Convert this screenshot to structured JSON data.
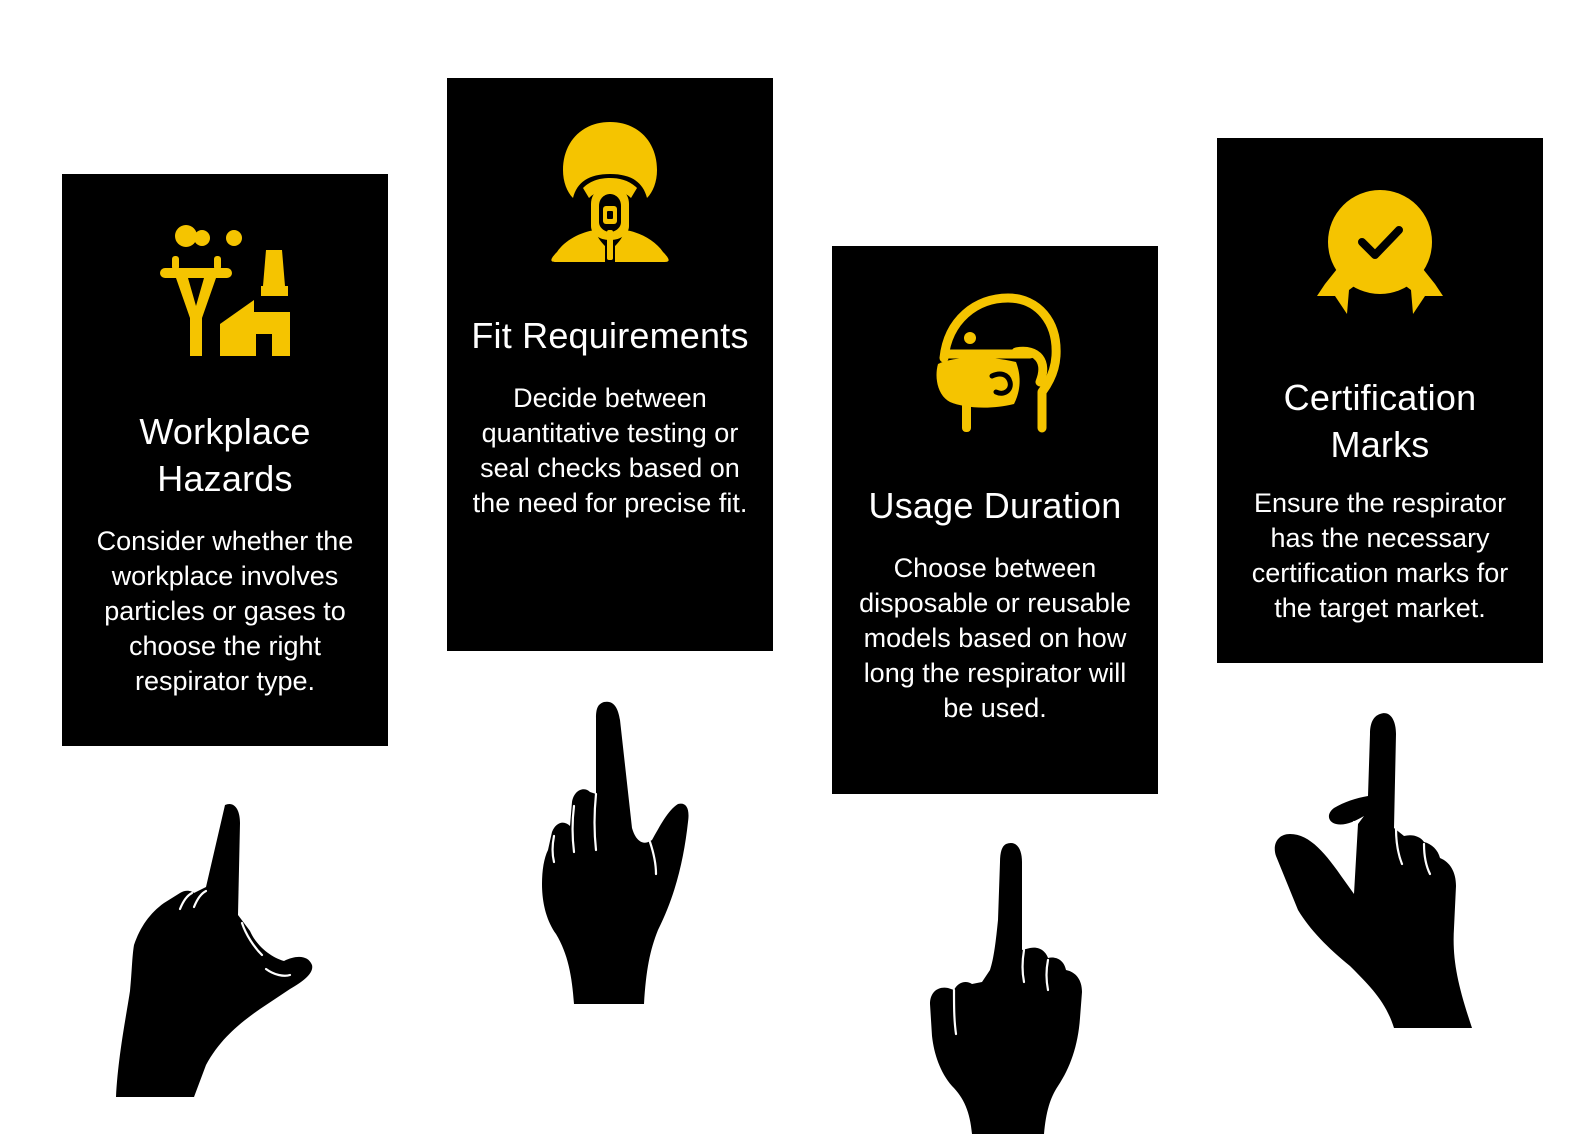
{
  "colors": {
    "card_background": "#000000",
    "icon_accent": "#F5C400",
    "text": "#FFFFFF",
    "hand": "#000000",
    "page_background": "#FFFFFF"
  },
  "cards": [
    {
      "icon": "factory-hazard-icon",
      "title": "Workplace Hazards",
      "description": "Consider whether the workplace involves particles or gases to choose the right respirator type."
    },
    {
      "icon": "mask-fit-icon",
      "title": "Fit Requirements",
      "description": "Decide between quantitative testing or seal checks based on the need for precise fit."
    },
    {
      "icon": "helmet-mask-icon",
      "title": "Usage Duration",
      "description": "Choose between disposable or reusable models based on how long the respirator will be used."
    },
    {
      "icon": "certification-badge-icon",
      "title": "Certification Marks",
      "description": "Ensure the respirator has the necessary certification marks for the target market."
    }
  ],
  "hands": [
    {
      "icon": "pointing-hand-icon"
    },
    {
      "icon": "pointing-hand-icon"
    },
    {
      "icon": "pointing-hand-icon"
    },
    {
      "icon": "pointing-hand-icon"
    }
  ]
}
